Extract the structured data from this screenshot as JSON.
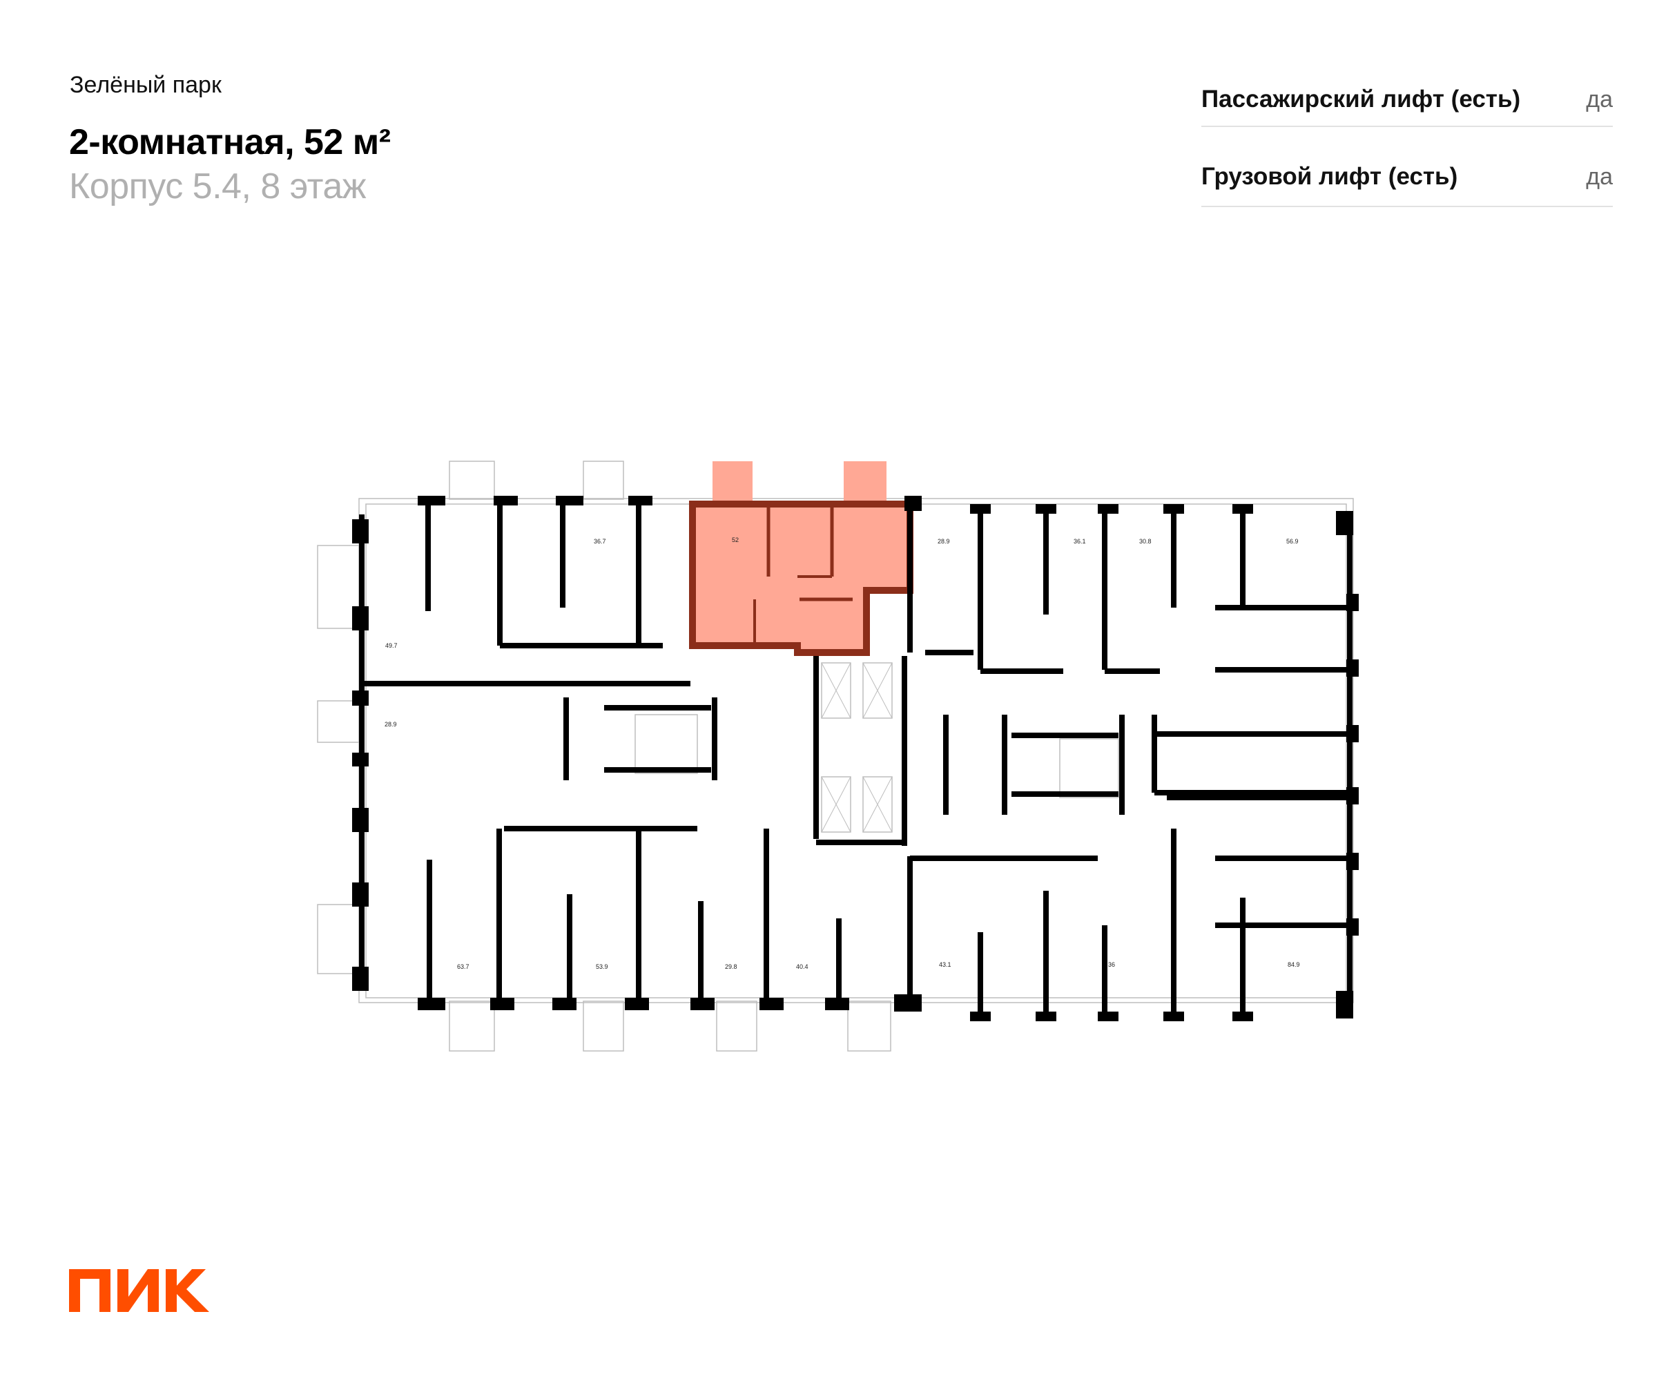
{
  "header": {
    "project_name": "Зелёный парк",
    "apartment_title": "2-комнатная, 52 м²",
    "location": "Корпус 5.4, 8 этаж"
  },
  "specs": [
    {
      "label": "Пассажирский лифт (есть)",
      "value": "да"
    },
    {
      "label": "Грузовой лифт (есть)",
      "value": "да"
    }
  ],
  "floor_plan": {
    "highlight_color": "#FFA895",
    "highlight_wall_color": "#8B2E1A",
    "selected_apartment_area": "52",
    "apartment_areas": {
      "top_row": [
        "49.7",
        "36.7",
        "52",
        "28.9",
        "36.1",
        "30.8",
        "56.9"
      ],
      "middle_left": "28.9",
      "bottom_row": [
        "63.7",
        "53.9",
        "29.8",
        "40.4",
        "43.1",
        "36",
        "84.9"
      ]
    }
  },
  "logo": {
    "text": "ПИК",
    "color": "#FF4E00"
  }
}
